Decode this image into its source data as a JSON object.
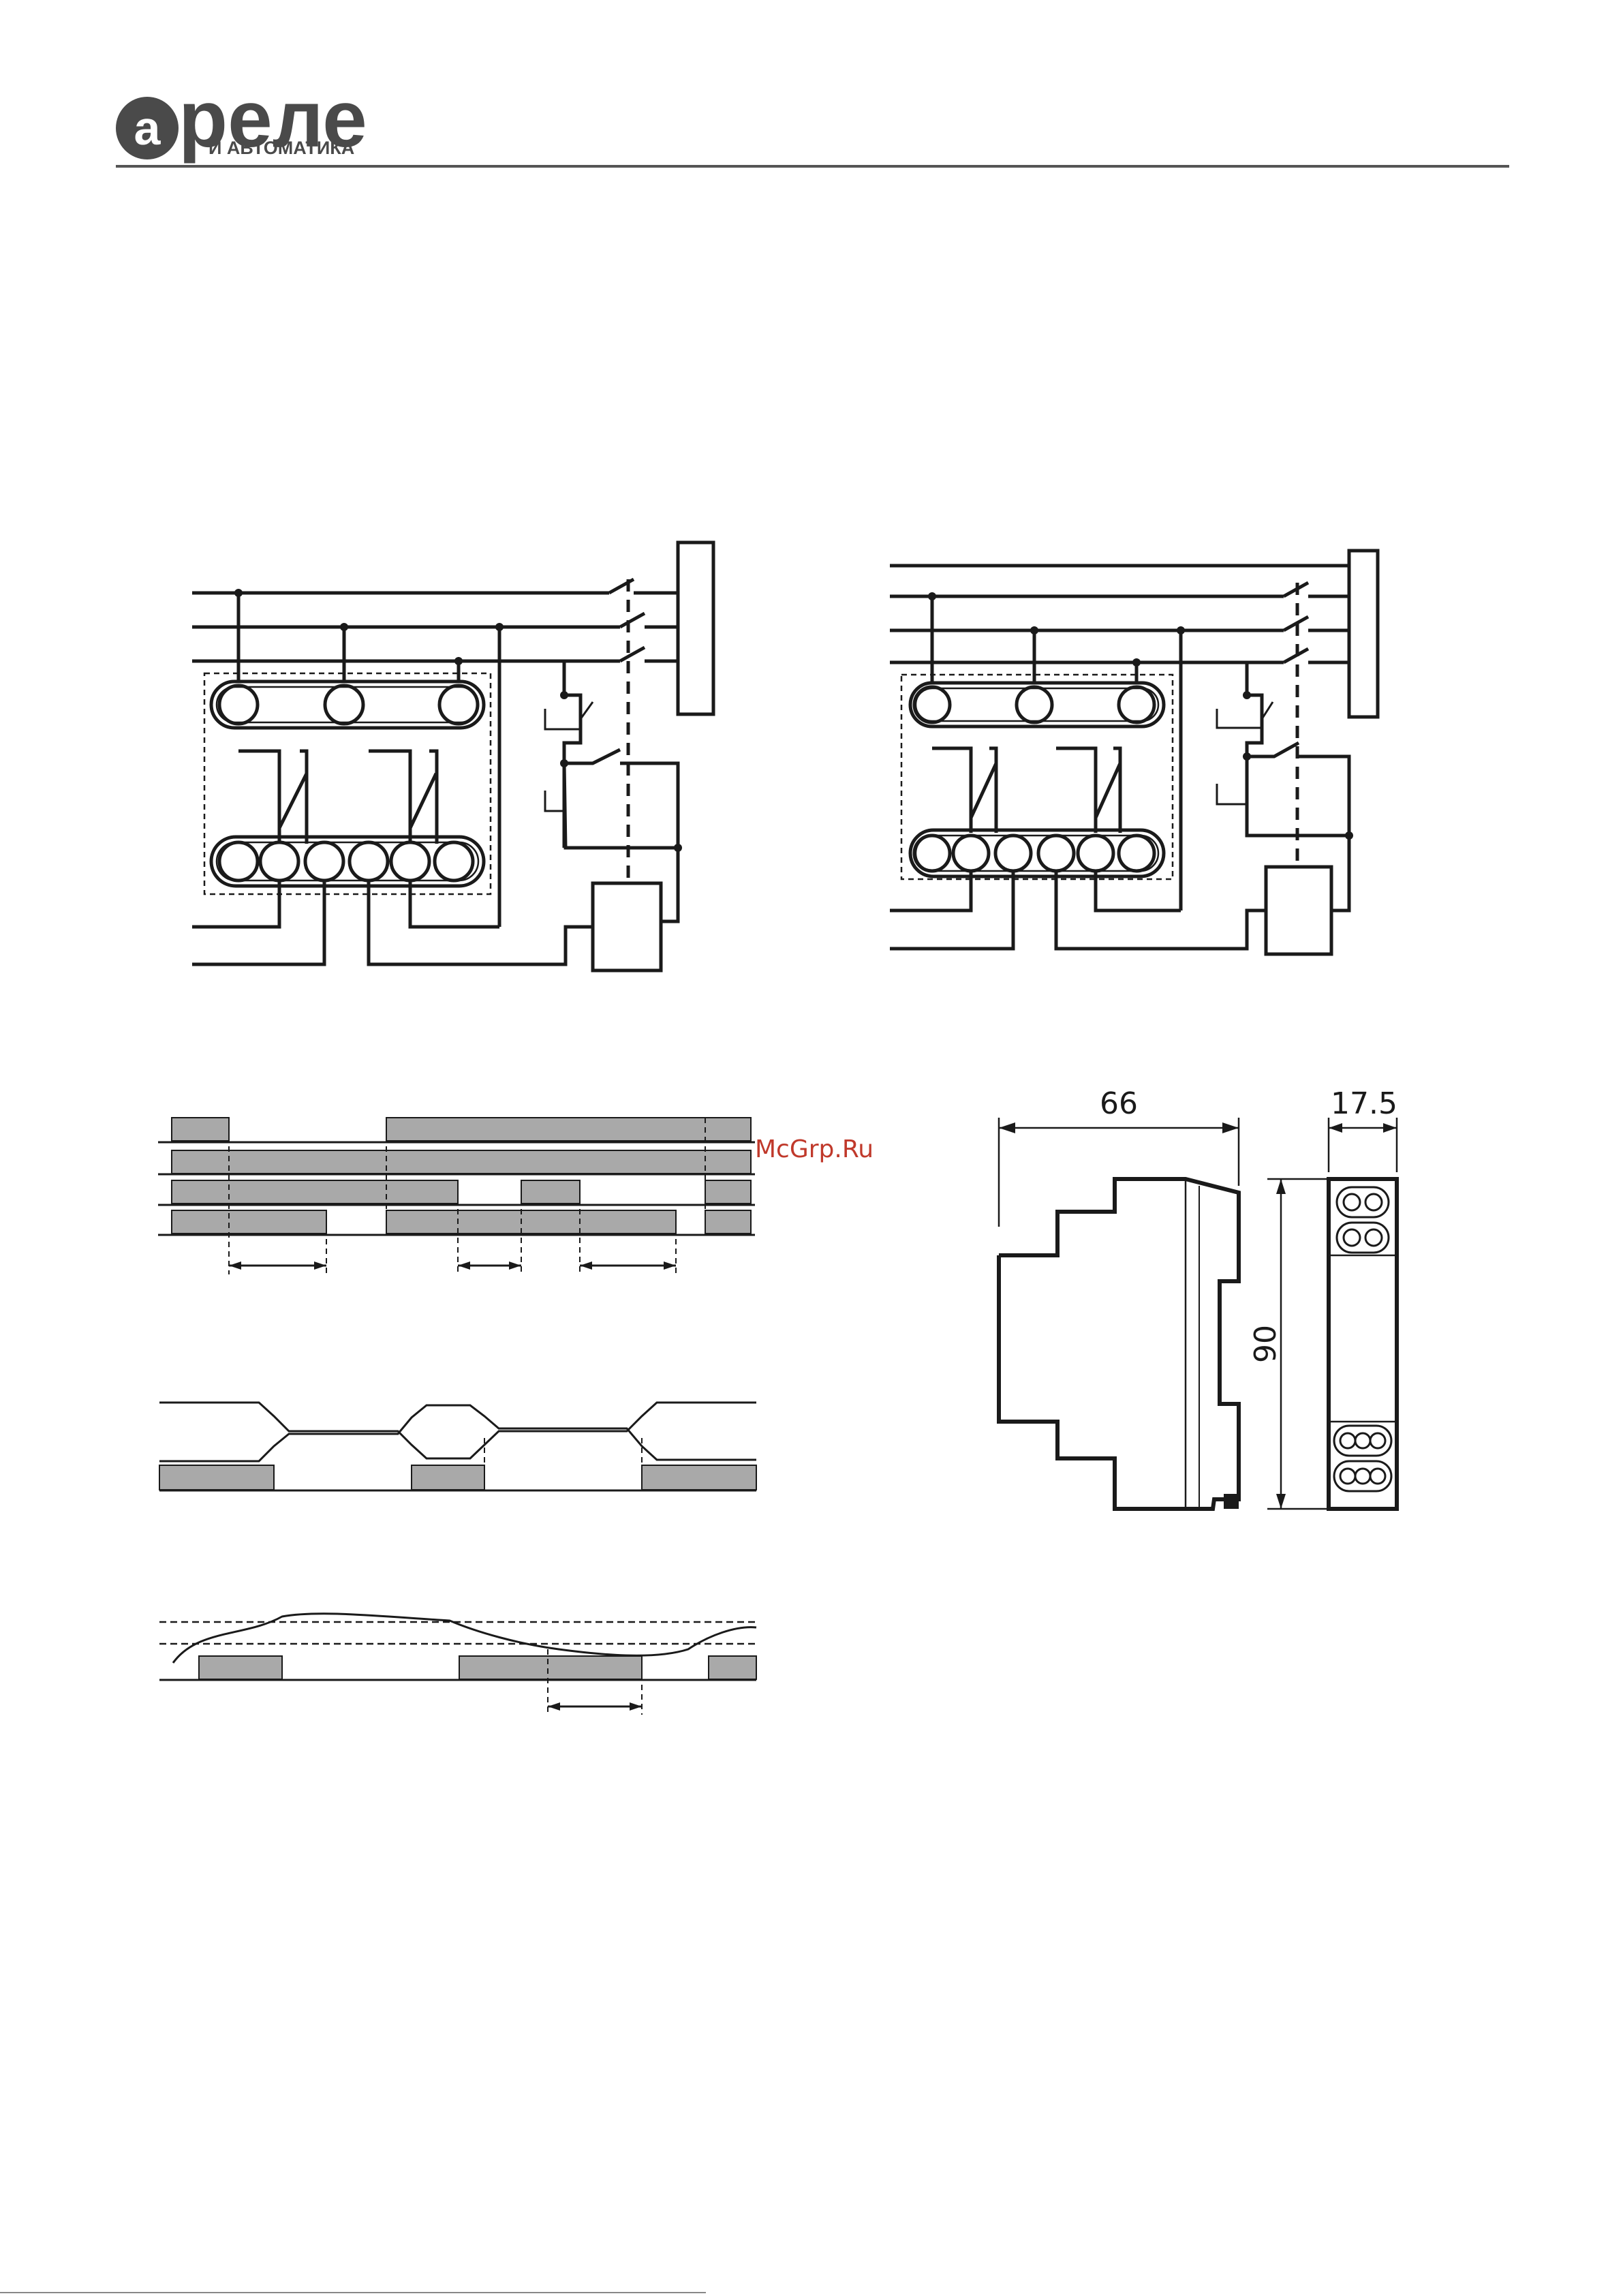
{
  "header": {
    "logo_main": "реле",
    "logo_sub": "И АВТОМАТИКА",
    "logo_mark": "а"
  },
  "watermark": {
    "text": "McGrp.Ru",
    "color": "#c0392b"
  },
  "dimensions": {
    "depth": "66",
    "width": "17.5",
    "height": "90"
  },
  "colors": {
    "line": "#1a1a1a",
    "fill_gray": "#a9a9a9",
    "rule": "#555555"
  }
}
